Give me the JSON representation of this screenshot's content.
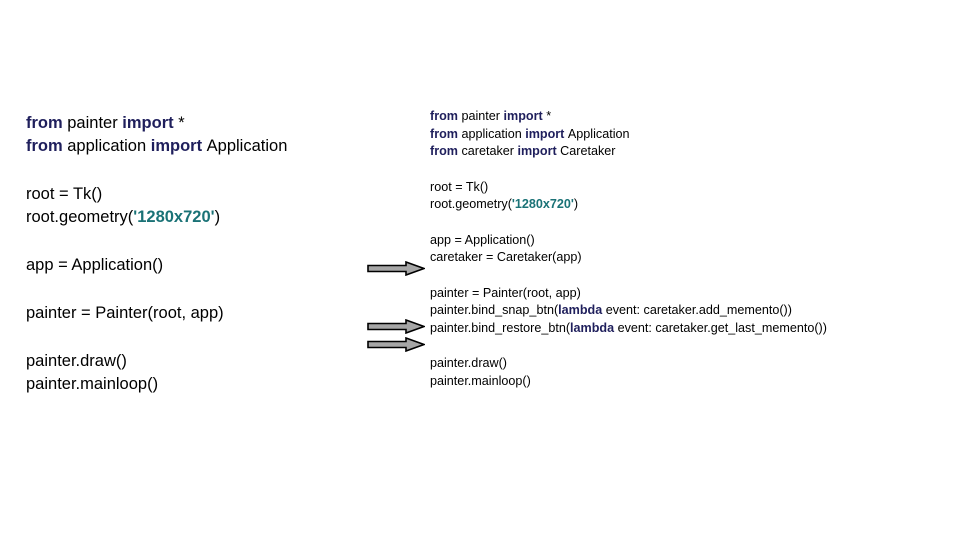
{
  "slide": {
    "background_color": "#ffffff",
    "keyword_color": "#1f1f5c",
    "string_color": "#1a7276",
    "text_color": "#000000",
    "arrow_fill_color": "#a6a6a6",
    "arrow_outline_color": "#000000"
  },
  "left_code": {
    "title": "before-code",
    "groups": [
      {
        "lines": [
          {
            "segments": [
              {
                "text": "from ",
                "kind": "keyword"
              },
              {
                "text": "painter ",
                "kind": "plain"
              },
              {
                "text": "import ",
                "kind": "keyword"
              },
              {
                "text": "*",
                "kind": "plain"
              }
            ]
          },
          {
            "segments": [
              {
                "text": "from ",
                "kind": "keyword"
              },
              {
                "text": "application ",
                "kind": "plain"
              },
              {
                "text": "import ",
                "kind": "keyword"
              },
              {
                "text": "Application",
                "kind": "plain"
              }
            ]
          }
        ]
      },
      {
        "lines": [
          {
            "segments": [
              {
                "text": "root = Tk()",
                "kind": "plain"
              }
            ]
          },
          {
            "segments": [
              {
                "text": "root.geometry(",
                "kind": "plain"
              },
              {
                "text": "'1280x720'",
                "kind": "string"
              },
              {
                "text": ")",
                "kind": "plain"
              }
            ]
          }
        ]
      },
      {
        "lines": [
          {
            "segments": [
              {
                "text": "app = Application()",
                "kind": "plain"
              }
            ]
          }
        ]
      },
      {
        "lines": [
          {
            "segments": [
              {
                "text": "painter = Painter(root, app)",
                "kind": "plain"
              }
            ]
          }
        ]
      },
      {
        "lines": [
          {
            "segments": [
              {
                "text": "painter.draw()",
                "kind": "plain"
              }
            ]
          },
          {
            "segments": [
              {
                "text": "painter.mainloop()",
                "kind": "plain"
              }
            ]
          }
        ]
      }
    ]
  },
  "right_code": {
    "title": "after-code",
    "groups": [
      {
        "lines": [
          {
            "segments": [
              {
                "text": "from ",
                "kind": "keyword"
              },
              {
                "text": "painter ",
                "kind": "plain"
              },
              {
                "text": "import ",
                "kind": "keyword"
              },
              {
                "text": "*",
                "kind": "plain"
              }
            ]
          },
          {
            "segments": [
              {
                "text": "from ",
                "kind": "keyword"
              },
              {
                "text": "application ",
                "kind": "plain"
              },
              {
                "text": "import ",
                "kind": "keyword"
              },
              {
                "text": "Application",
                "kind": "plain"
              }
            ]
          },
          {
            "segments": [
              {
                "text": "from ",
                "kind": "keyword"
              },
              {
                "text": "caretaker ",
                "kind": "plain"
              },
              {
                "text": "import ",
                "kind": "keyword"
              },
              {
                "text": "Caretaker",
                "kind": "plain"
              }
            ]
          }
        ]
      },
      {
        "lines": [
          {
            "segments": [
              {
                "text": "root = Tk()",
                "kind": "plain"
              }
            ]
          },
          {
            "segments": [
              {
                "text": "root.geometry(",
                "kind": "plain"
              },
              {
                "text": "'1280x720'",
                "kind": "string"
              },
              {
                "text": ")",
                "kind": "plain"
              }
            ]
          }
        ]
      },
      {
        "lines": [
          {
            "segments": [
              {
                "text": "app = Application()",
                "kind": "plain"
              }
            ]
          },
          {
            "segments": [
              {
                "text": "caretaker = Caretaker(app)",
                "kind": "plain"
              }
            ]
          }
        ]
      },
      {
        "lines": [
          {
            "segments": [
              {
                "text": "painter = Painter(root, app)",
                "kind": "plain"
              }
            ]
          },
          {
            "segments": [
              {
                "text": "painter.bind_snap_btn(",
                "kind": "plain"
              },
              {
                "text": "lambda",
                "kind": "keyword"
              },
              {
                "text": " event: caretaker.add_memento())",
                "kind": "plain"
              }
            ]
          },
          {
            "segments": [
              {
                "text": "painter.bind_restore_btn(",
                "kind": "plain"
              },
              {
                "text": "lambda",
                "kind": "keyword"
              },
              {
                "text": " event: caretaker.get_last_memento())",
                "kind": "plain"
              }
            ]
          }
        ]
      },
      {
        "lines": [
          {
            "segments": [
              {
                "text": "painter.draw()",
                "kind": "plain"
              }
            ]
          },
          {
            "segments": [
              {
                "text": "painter.mainloop()",
                "kind": "plain"
              }
            ]
          }
        ]
      }
    ]
  },
  "arrows": [
    {
      "name": "arrow-caretaker",
      "points_to": "caretaker = Caretaker(app)"
    },
    {
      "name": "arrow-bind-snap",
      "points_to": "painter.bind_snap_btn(lambda event: caretaker.add_memento())"
    },
    {
      "name": "arrow-bind-restore",
      "points_to": "painter.bind_restore_btn(lambda event: caretaker.get_last_memento())"
    }
  ]
}
